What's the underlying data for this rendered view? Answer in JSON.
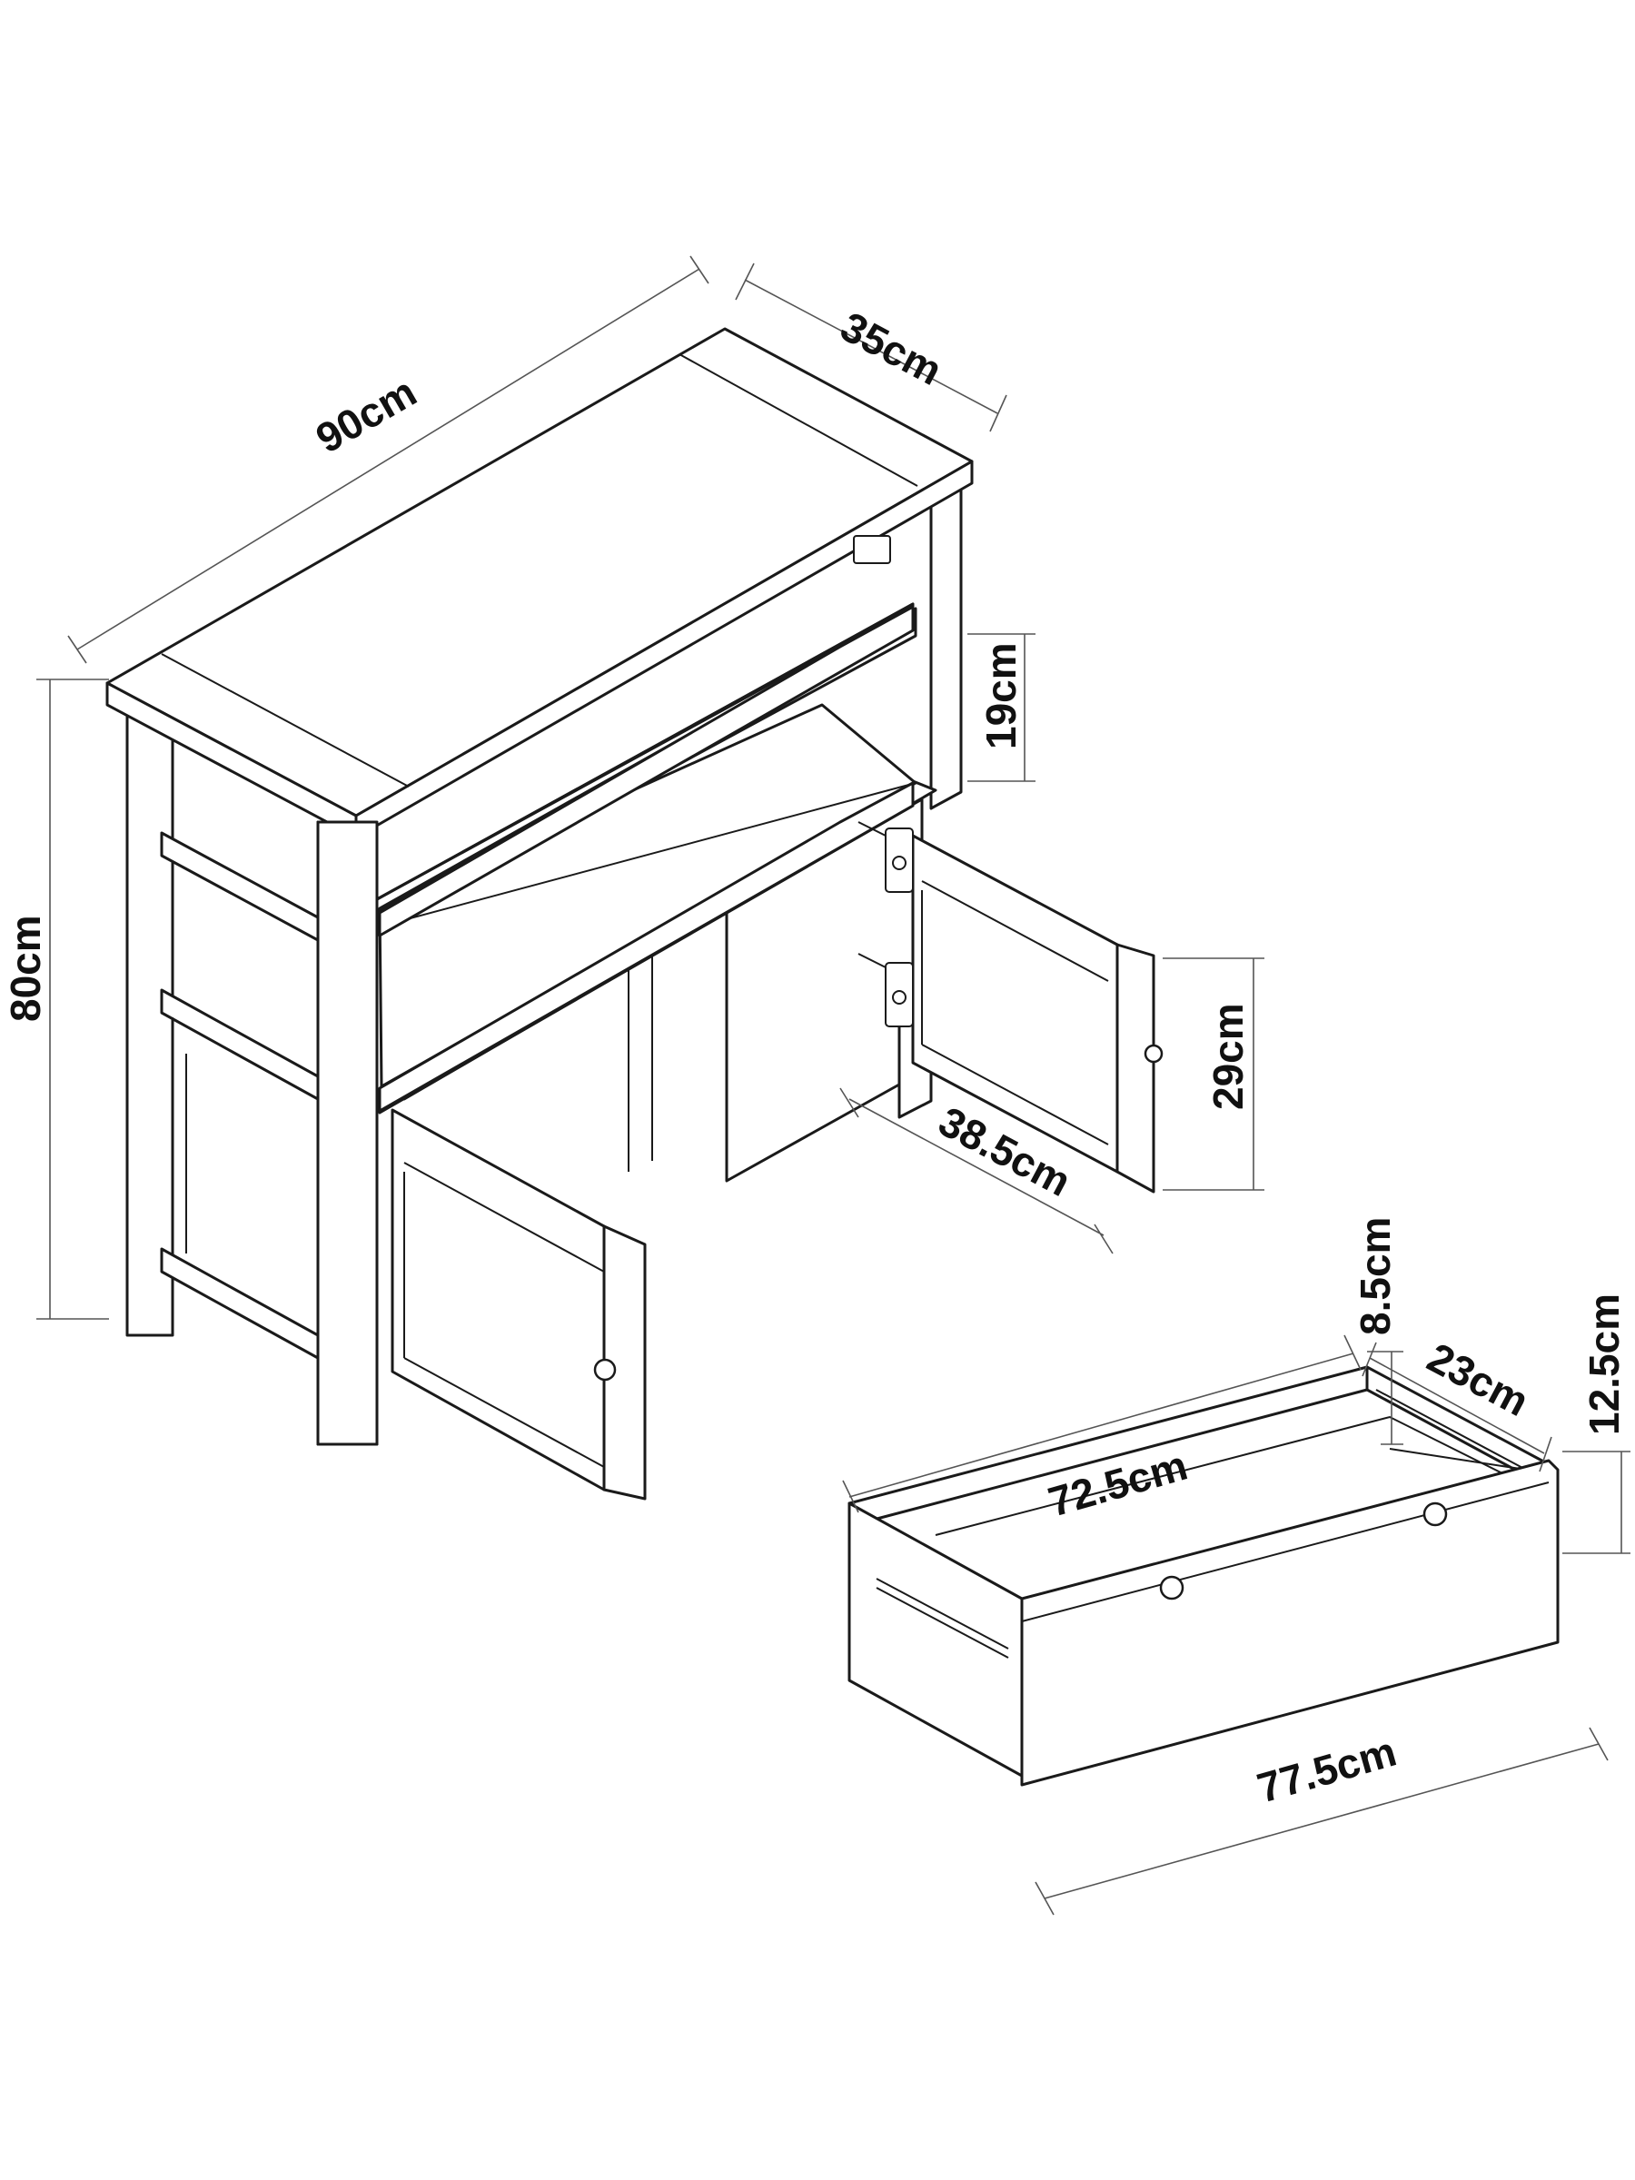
{
  "diagram": {
    "cabinet": {
      "width_label": "90cm",
      "depth_label": "35cm",
      "height_label": "80cm",
      "shelf_gap_label": "19cm",
      "door_height_label": "29cm",
      "door_width_label": "38.5cm"
    },
    "drawer": {
      "inner_width_label": "72.5cm",
      "front_width_label": "77.5cm",
      "depth_label": "23cm",
      "inner_height_label": "8.5cm",
      "front_height_label": "12.5cm"
    }
  }
}
